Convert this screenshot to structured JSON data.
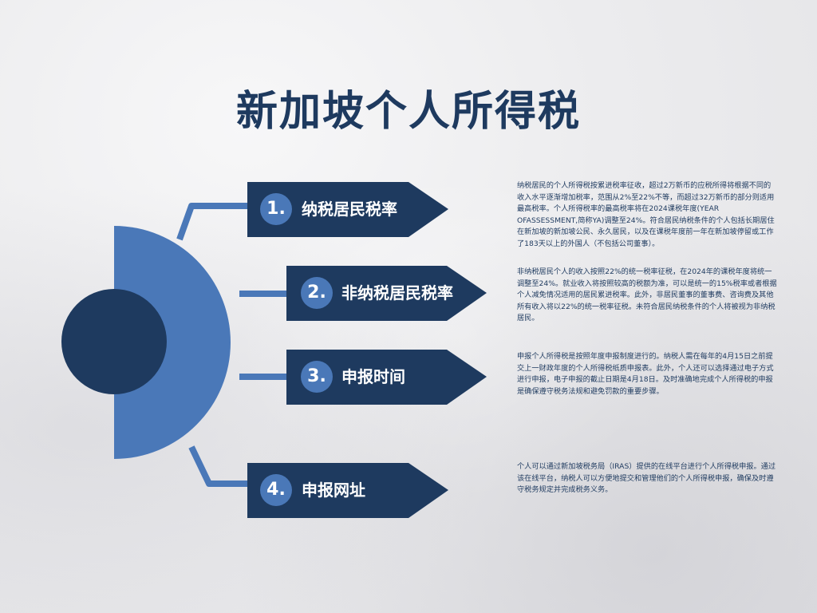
{
  "title": "新加坡个人所得税",
  "colors": {
    "navy": "#1e3a5f",
    "blue": "#4a78b8",
    "light": "#f0f0f2"
  },
  "items": [
    {
      "number": "1.",
      "heading": "纳税居民税率",
      "description": "纳税居民的个人所得税按累进税率征收，超过2万新币的应税所得将根据不同的收入水平逐渐增加税率，范围从2%至22%不等，而超过32万新币的部分则适用最高税率。个人所得税率的最高税率将在2024课税年度(YEAR OFASSESSMENT,简称YA)调整至24%。符合居民纳税条件的个人包括长期居住在新加坡的新加坡公民、永久居民，以及在课税年度前一年在新加坡停留或工作了183天以上的外国人（不包括公司董事）。"
    },
    {
      "number": "2.",
      "heading": "非纳税居民税率",
      "description": "非纳税居民个人的收入按照22%的统一税率征税，在2024年的课税年度将统一调整至24%。就业收入将按照较高的税额为准，可以是统一的15%税率或者根据个人减免情况适用的居民累进税率。此外，非居民董事的董事费、咨询费及其他所有收入将以22%的统一税率征税。未符合居民纳税条件的个人将被视为非纳税居民。"
    },
    {
      "number": "3.",
      "heading": "申报时间",
      "description": "申报个人所得税是按照年度申报制度进行的。纳税人需在每年的4月15日之前提交上一财政年度的个人所得税纸质申报表。此外，个人还可以选择通过电子方式进行申报，电子申报的截止日期是4月18日。及时准确地完成个人所得税的申报是确保遵守税务法规和避免罚款的重要步骤。"
    },
    {
      "number": "4.",
      "heading": "申报网址",
      "description": "个人可以通过新加坡税务局（IRAS）提供的在线平台进行个人所得税申报。通过该在线平台，纳税人可以方便地提交和管理他们的个人所得税申报，确保及时遵守税务规定并完成税务义务。"
    }
  ]
}
